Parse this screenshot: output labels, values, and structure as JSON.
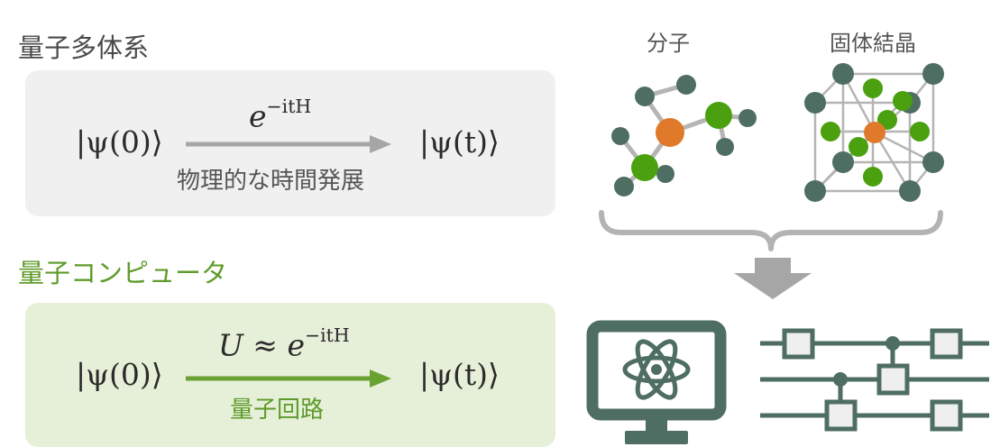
{
  "many_body": {
    "heading": "量子多体系",
    "state_initial": "|ψ(0)⟩",
    "operator": "e−itH",
    "operator_base": "e",
    "operator_exp": "−itH",
    "state_final": "|ψ(t)⟩",
    "caption": "物理的な時間発展"
  },
  "quantum_computer": {
    "heading": "量子コンピュータ",
    "state_initial": "|ψ(0)⟩",
    "operator": "U ≈ e−itH",
    "operator_lhs": "U ≈ e",
    "operator_exp": "−itH",
    "state_final": "|ψ(t)⟩",
    "caption": "量子回路"
  },
  "examples": {
    "molecule_label": "分子",
    "crystal_label": "固体結晶"
  },
  "colors": {
    "dark_teal": "#4f6e63",
    "orange": "#e07a2a",
    "green": "#4aa00f",
    "accent_green": "#5f9b2a",
    "grey_arrow": "#a6a6a6",
    "brace": "#b3b3b3",
    "panel_grey": "#f0f0f0",
    "panel_green": "#e6efd8",
    "bond_grey": "#b5b5b5"
  },
  "icons": {
    "computer": "computer-atom-icon",
    "circuit": "quantum-circuit-icon"
  }
}
